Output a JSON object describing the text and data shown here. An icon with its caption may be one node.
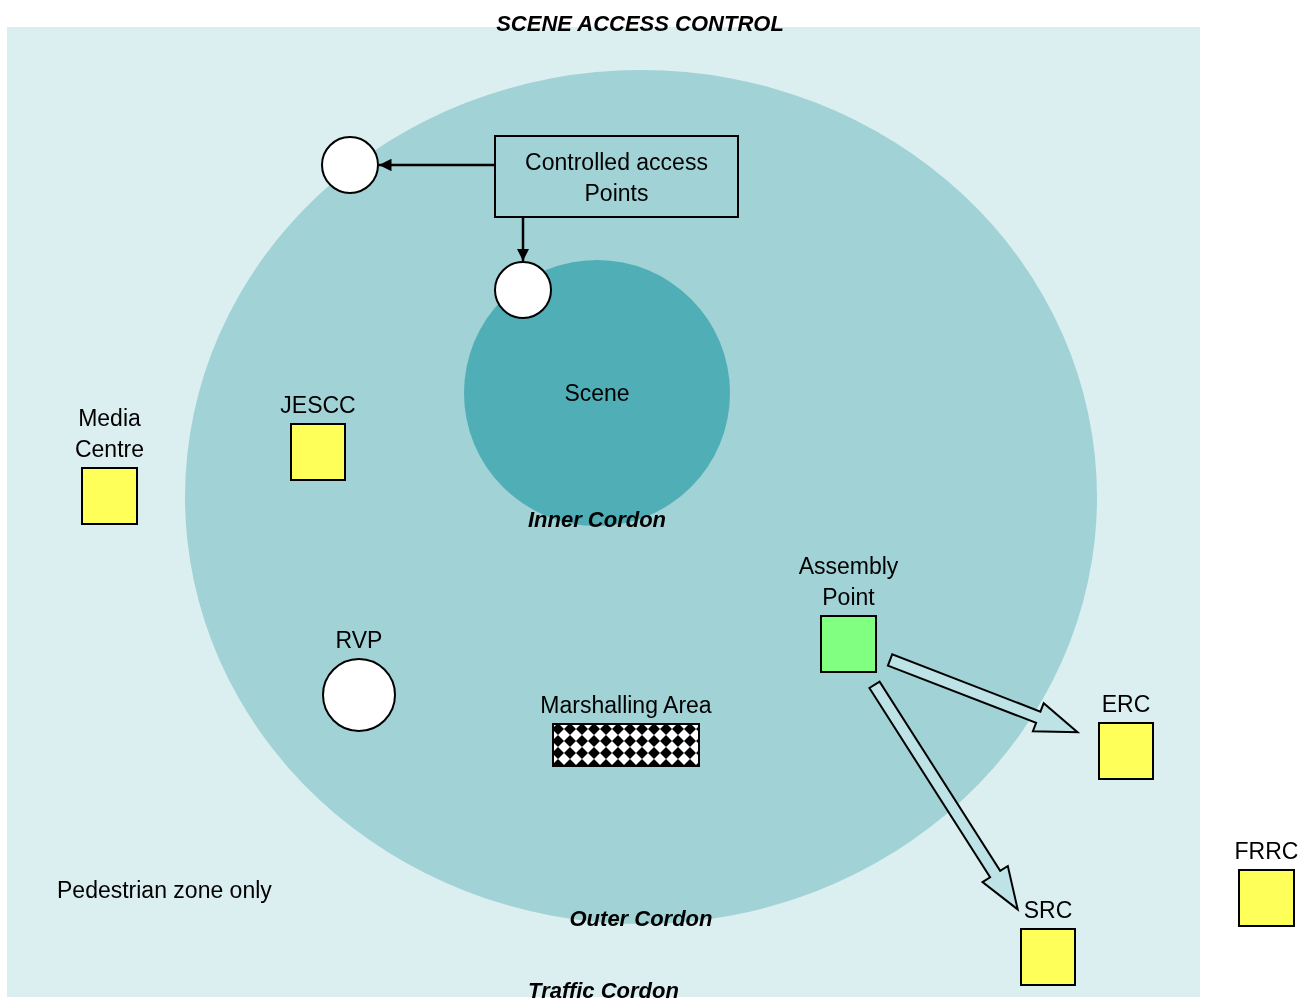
{
  "diagram": {
    "title": "SCENE ACCESS CONTROL",
    "nodes": [
      {
        "text": [
          "Traffic Cordon"
        ]
      },
      {
        "text": [
          "Outer Cordon"
        ],
        "in": 0
      },
      {
        "text": [
          "Scene",
          "Inner Cordon"
        ],
        "in": 1
      },
      {
        "text": [
          "Controlled access Points"
        ],
        "in": 1
      },
      {
        "text": [],
        "shape": "circle",
        "in": 1
      },
      {
        "text": [],
        "shape": "circle",
        "in": 2
      },
      {
        "text": [
          "Media Centre"
        ],
        "in": 0
      },
      {
        "text": [
          "JESCC"
        ],
        "in": 1
      },
      {
        "text": [
          "RVP"
        ],
        "in": 1
      },
      {
        "text": [
          "Marshalling Area"
        ],
        "in": 1
      },
      {
        "text": [
          "Assembly Point"
        ],
        "in": 1
      },
      {
        "text": [
          "ERC"
        ],
        "in": 0
      },
      {
        "text": [
          "SRC"
        ],
        "in": 0
      },
      {
        "text": [
          "FRRC"
        ]
      }
    ],
    "edges": [
      {
        "from": 3,
        "to": 4,
        "arrow": "to"
      },
      {
        "from": 3,
        "to": 5,
        "arrow": "to"
      },
      {
        "from": 10,
        "to": 11,
        "arrow": "to",
        "style": "thick"
      },
      {
        "from": 10,
        "to": 12,
        "arrow": "to",
        "style": "thick"
      }
    ],
    "labels": [
      "Pedestrian zone only"
    ]
  }
}
